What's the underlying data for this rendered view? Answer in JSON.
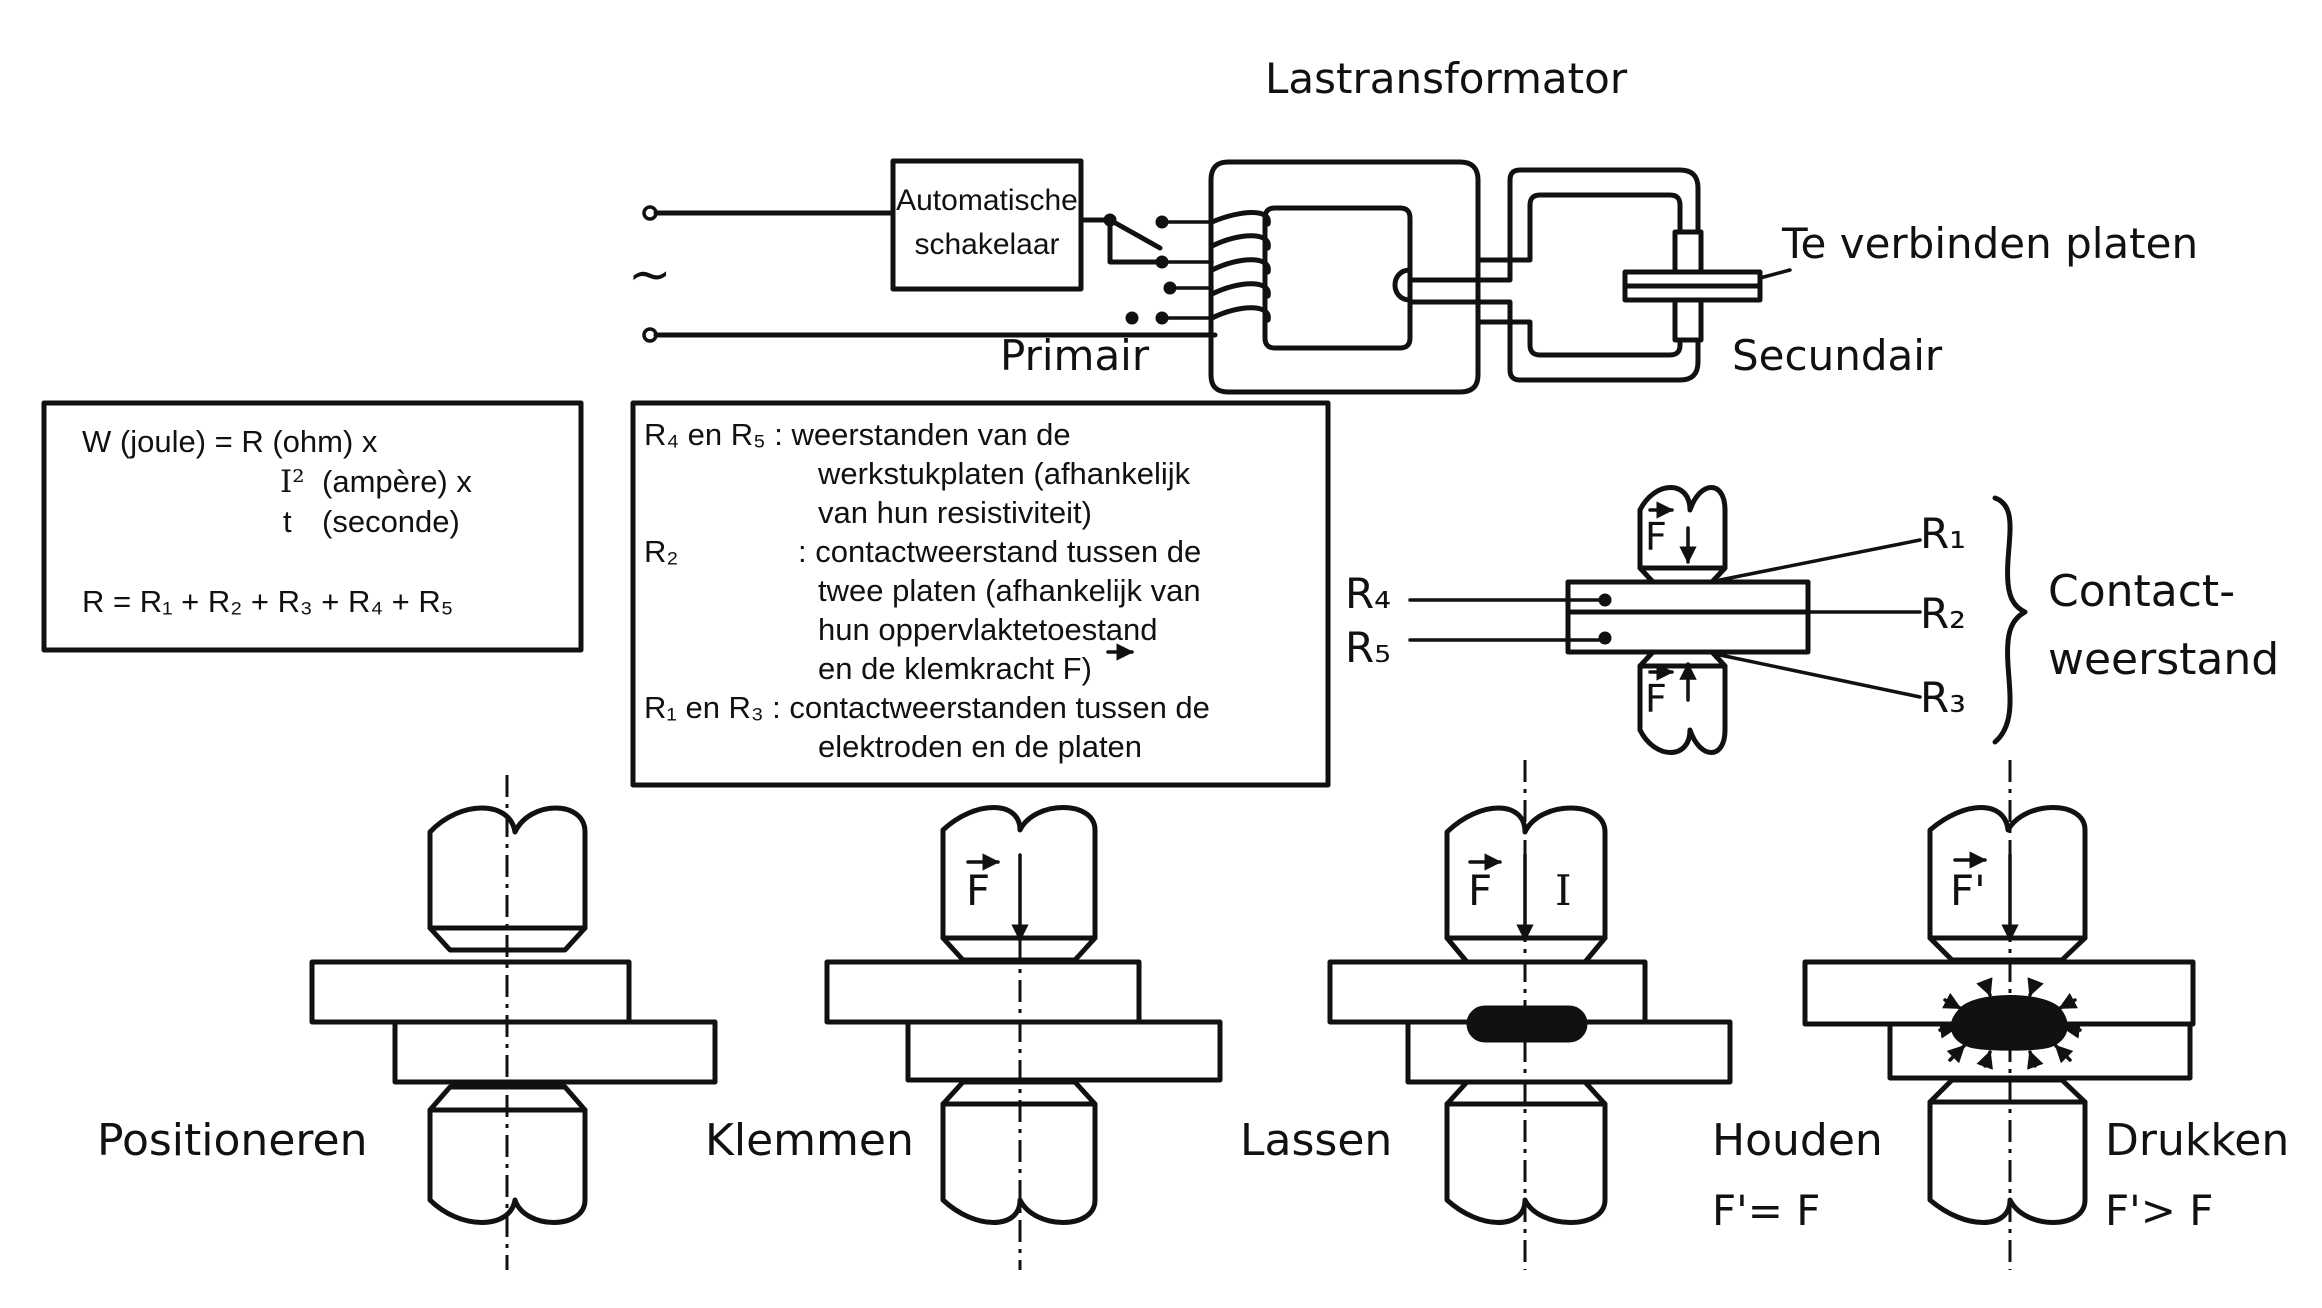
{
  "transformer": {
    "title": "Lastransformator",
    "switch_line1": "Automatische",
    "switch_line2": "schakelaar",
    "ac_symbol": "~",
    "primary": "Primair",
    "secondary": "Secundair",
    "plates": "Te verbinden platen"
  },
  "energy_box": {
    "line1": "W (joule) = R  (ohm) x",
    "line2_sym": "I²",
    "line2_txt": "(ampère) x",
    "line3_sym": "t",
    "line3_txt": "(seconde)",
    "line4": "R = R₁ + R₂ + R₃ + R₄ + R₅"
  },
  "legend_box": {
    "lines": [
      "R₄ en R₅ : weerstanden van de",
      "werkstukplaten (afhankelijk",
      "van hun resistiviteit)",
      "R₂",
      ": contactweerstand tussen de",
      "twee platen (afhankelijk van",
      "hun oppervlaktetoestand",
      "en de klemkracht F)",
      "R₁ en R₃ : contactweerstanden tussen de",
      "elektroden en de platen"
    ]
  },
  "contact_diagram": {
    "r1": "R₁",
    "r2": "R₂",
    "r3": "R₃",
    "r4": "R₄",
    "r5": "R₅",
    "force": "F",
    "label_line1": "Contact-",
    "label_line2": "weerstand"
  },
  "stages": {
    "s1": "Positioneren",
    "s2": "Klemmen",
    "s3": "Lassen",
    "s4": "Houden",
    "s4_sub": "F'= F",
    "s5": "Drukken",
    "s5_sub": "F'> F",
    "force": "F",
    "force_prime": "F'",
    "current": "I"
  }
}
